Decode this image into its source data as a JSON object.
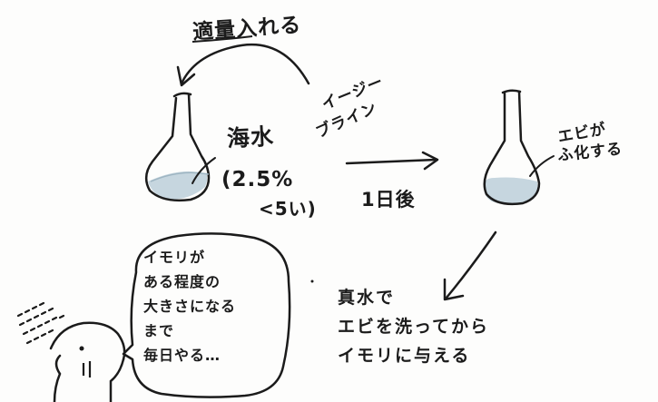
{
  "labels": {
    "top": "適量入れる",
    "easy_line1": "イージー",
    "easy_line2": "ブライン",
    "sea_water": "海水",
    "concentration": "(2.5%",
    "under5": "<5い)",
    "one_day": "1日後",
    "hatch_line1": "エビが",
    "hatch_line2": "ふ化する"
  },
  "instruction_lines": [
    "真水で",
    "エビを洗ってから",
    "イモリに与える"
  ],
  "speech_bubble_lines": [
    "イモリが",
    "ある程度の",
    "大きさになる",
    "まで",
    "毎日やる…"
  ],
  "colors": {
    "ink": "#1b1b1b",
    "water": "#c6d6df",
    "paper": "#fdfdfc"
  }
}
